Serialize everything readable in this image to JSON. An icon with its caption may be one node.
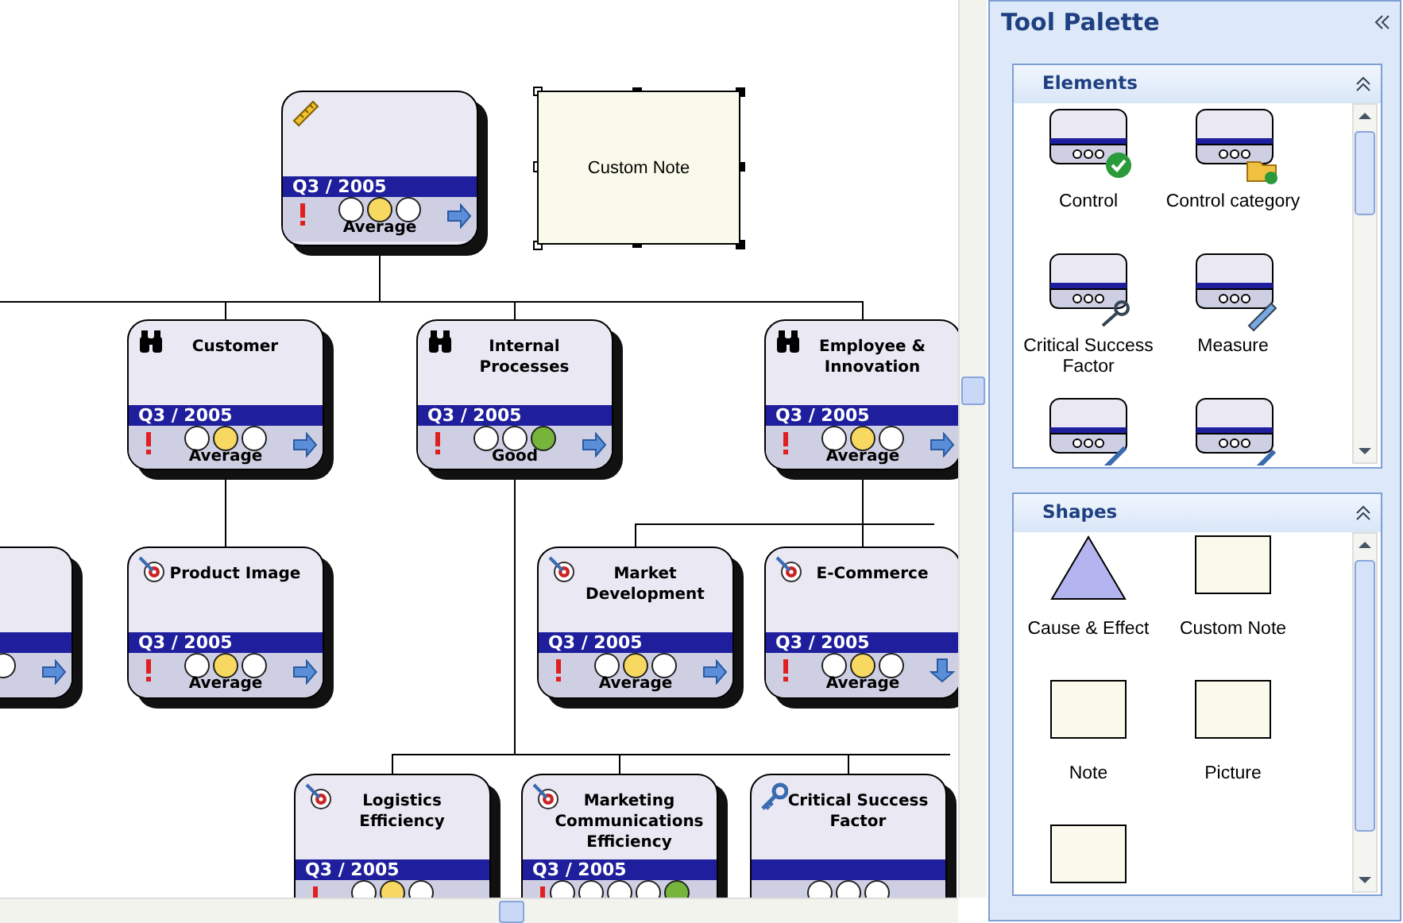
{
  "diagram": {
    "nodes": [
      {
        "text": [
          "Q3 / 2005",
          "Average"
        ]
      },
      {
        "text": [
          "Custom Note"
        ]
      },
      {
        "text": [
          "Customer",
          "Q3 / 2005",
          "Average"
        ]
      },
      {
        "text": [
          "Internal Processes",
          "Q3 / 2005",
          "Good"
        ]
      },
      {
        "text": [
          "Employee & Innovation",
          "Q3 / 2005",
          "Average"
        ]
      },
      {
        "text": [],
        "shape": "box"
      },
      {
        "text": [
          "Product Image",
          "Q3 / 2005",
          "Average"
        ]
      },
      {
        "text": [
          "Market Development",
          "Q3 / 2005",
          "Average"
        ]
      },
      {
        "text": [
          "E-Commerce",
          "Q3 / 2005",
          "Average"
        ]
      },
      {
        "text": [
          "Logistics Efficiency",
          "Q3 / 2005"
        ]
      },
      {
        "text": [
          "Marketing Communications Efficiency",
          "Q3 / 2005"
        ]
      },
      {
        "text": [
          "Critical Success Factor"
        ]
      }
    ],
    "edges": [
      {
        "from": 0,
        "to": 2,
        "arrow": "none"
      },
      {
        "from": 0,
        "to": 3,
        "arrow": "none"
      },
      {
        "from": 0,
        "to": 4,
        "arrow": "none"
      },
      {
        "from": 0,
        "to": null,
        "arrow": "none"
      },
      {
        "from": 2,
        "to": 6,
        "arrow": "none"
      },
      {
        "from": 4,
        "to": 7,
        "arrow": "none"
      },
      {
        "from": 4,
        "to": 8,
        "arrow": "none"
      },
      {
        "from": 4,
        "to": null,
        "arrow": "none"
      },
      {
        "from": 3,
        "to": 9,
        "arrow": "none"
      },
      {
        "from": 3,
        "to": 10,
        "arrow": "none"
      },
      {
        "from": 3,
        "to": 11,
        "arrow": "none"
      }
    ],
    "labels": [
      "Tool Palette",
      "Elements",
      "Control",
      "Control category",
      "Critical Success Factor",
      "Measure",
      "Shapes",
      "Cause & Effect",
      "Custom Note",
      "Note",
      "Picture"
    ]
  }
}
